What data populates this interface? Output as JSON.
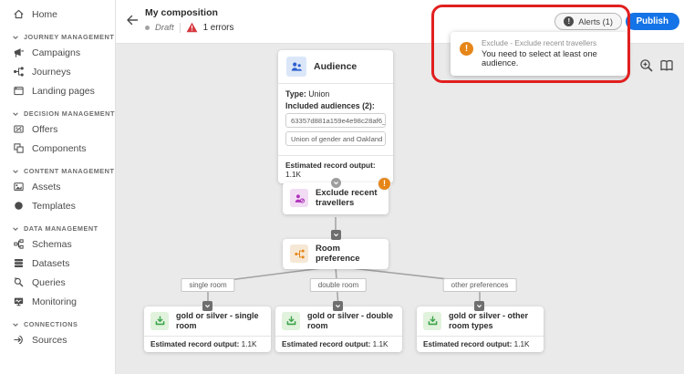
{
  "colors": {
    "publish_blue": "#1473e6",
    "error_red": "#d7373f",
    "alert_orange": "#e68619",
    "annotation_red": "#e11f1f",
    "audience_blue": "#2e5fd0",
    "exclude_purple": "#b130bd",
    "split_orange": "#e68619",
    "leaf_green": "#3ca54b",
    "canvas_gray": "#eaeaea"
  },
  "sidebar": {
    "items": [
      {
        "label": "Home",
        "icon": "home-icon",
        "type": "item"
      },
      {
        "label": "JOURNEY MANAGEMENT",
        "icon": "chevron-down-icon",
        "type": "section"
      },
      {
        "label": "Campaigns",
        "icon": "megaphone-icon",
        "type": "item"
      },
      {
        "label": "Journeys",
        "icon": "journeys-icon",
        "type": "item"
      },
      {
        "label": "Landing pages",
        "icon": "browser-icon",
        "type": "item"
      },
      {
        "label": "DECISION MANAGEMENT",
        "icon": "chevron-down-icon",
        "type": "section"
      },
      {
        "label": "Offers",
        "icon": "offers-icon",
        "type": "item"
      },
      {
        "label": "Components",
        "icon": "components-icon",
        "type": "item"
      },
      {
        "label": "CONTENT MANAGEMENT",
        "icon": "chevron-down-icon",
        "type": "section"
      },
      {
        "label": "Assets",
        "icon": "assets-icon",
        "type": "item"
      },
      {
        "label": "Templates",
        "icon": "templates-icon",
        "type": "item"
      },
      {
        "label": "DATA MANAGEMENT",
        "icon": "chevron-down-icon",
        "type": "section"
      },
      {
        "label": "Schemas",
        "icon": "schemas-icon",
        "type": "item"
      },
      {
        "label": "Datasets",
        "icon": "datasets-icon",
        "type": "item"
      },
      {
        "label": "Queries",
        "icon": "queries-icon",
        "type": "item"
      },
      {
        "label": "Monitoring",
        "icon": "monitoring-icon",
        "type": "item"
      },
      {
        "label": "CONNECTIONS",
        "icon": "chevron-down-icon",
        "type": "section"
      },
      {
        "label": "Sources",
        "icon": "sources-icon",
        "type": "item"
      }
    ]
  },
  "header": {
    "title": "My composition",
    "status": "Draft",
    "errors_label": "1 errors",
    "alerts_button": "Alerts (1)",
    "publish_button": "Publish"
  },
  "alert_popover": {
    "badge": "!",
    "context": "Exclude - Exclude recent travellers",
    "message": "You need to select at least one audience."
  },
  "canvas": {
    "audience": {
      "title": "Audience",
      "type_label": "Type:",
      "type_value": "Union",
      "included_label": "Included audiences (2):",
      "tags": [
        "63357d881a159e4e98c28af6_16...",
        "Union of gender and Oakland s..."
      ],
      "output_label": "Estimated record output:",
      "output_value": "1.1K"
    },
    "exclude": {
      "title": "Exclude recent travellers",
      "error_badge": "!"
    },
    "split": {
      "title": "Room preference"
    },
    "branch_labels": [
      "single room",
      "double room",
      "other preferences"
    ],
    "leaves": [
      {
        "title": "gold or silver - single room",
        "output_label": "Estimated record output:",
        "output_value": "1.1K"
      },
      {
        "title": "gold or silver - double room",
        "output_label": "Estimated record output:",
        "output_value": "1.1K"
      },
      {
        "title": "gold or silver - other room types",
        "output_label": "Estimated record output:",
        "output_value": "1.1K"
      }
    ]
  }
}
